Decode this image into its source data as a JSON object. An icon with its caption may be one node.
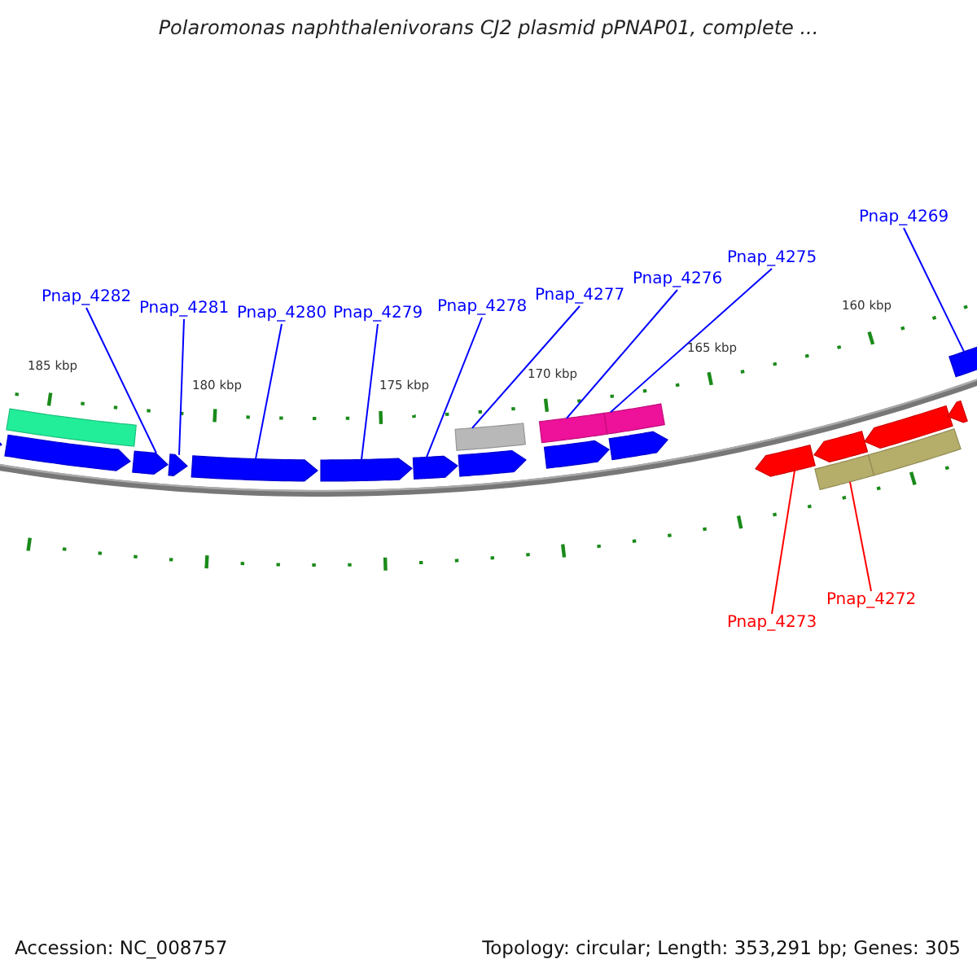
{
  "diagram": {
    "title": "Polaromonas naphthalenivorans CJ2 plasmid pPNAP01, complete ...",
    "nodes": [
      {
        "text": [
          "Pnap_4282"
        ]
      },
      {
        "text": [
          "Pnap_4281"
        ]
      },
      {
        "text": [
          "Pnap_4280"
        ]
      },
      {
        "text": [
          "Pnap_4279"
        ]
      },
      {
        "text": [
          "Pnap_4278"
        ]
      },
      {
        "text": [
          "Pnap_4277"
        ]
      },
      {
        "text": [
          "Pnap_4276"
        ]
      },
      {
        "text": [
          "Pnap_4275"
        ]
      },
      {
        "text": [
          "Pnap_4269"
        ]
      },
      {
        "text": [
          "Pnap_4273"
        ]
      },
      {
        "text": [
          "Pnap_4272"
        ]
      },
      {
        "text": [],
        "shape": "arrow"
      },
      {
        "text": [],
        "shape": "arrow"
      },
      {
        "text": [],
        "shape": "bar"
      },
      {
        "text": [],
        "shape": "arrow"
      },
      {
        "text": [],
        "shape": "arrow"
      },
      {
        "text": [],
        "shape": "arrow"
      },
      {
        "text": [],
        "shape": "arrow"
      },
      {
        "text": [],
        "shape": "arrow"
      },
      {
        "text": [],
        "shape": "bar"
      },
      {
        "text": [],
        "shape": "arrow"
      },
      {
        "text": [],
        "shape": "bar"
      },
      {
        "text": [],
        "shape": "arrow"
      },
      {
        "text": [],
        "shape": "bar"
      },
      {
        "text": [],
        "shape": "arrow"
      },
      {
        "text": [],
        "shape": "arrow"
      },
      {
        "text": [],
        "shape": "arrow"
      },
      {
        "text": [],
        "shape": "bar"
      },
      {
        "text": [],
        "shape": "arrow"
      },
      {
        "text": [],
        "shape": "bar"
      },
      {
        "text": [],
        "shape": "arrow"
      },
      {
        "text": [],
        "shape": "arrow"
      }
    ],
    "edges": [
      {
        "from": 0,
        "to": 14,
        "arrow": "none"
      },
      {
        "from": 1,
        "to": 15,
        "arrow": "none"
      },
      {
        "from": 2,
        "to": 16,
        "arrow": "none"
      },
      {
        "from": 3,
        "to": 17,
        "arrow": "none"
      },
      {
        "from": 4,
        "to": 18,
        "arrow": "none"
      },
      {
        "from": 5,
        "to": 19,
        "arrow": "none"
      },
      {
        "from": 6,
        "to": 21,
        "arrow": "none"
      },
      {
        "from": 7,
        "to": 23,
        "arrow": "none"
      },
      {
        "from": 8,
        "to": 31,
        "arrow": "none"
      },
      {
        "from": 9,
        "to": 25,
        "arrow": "none",
        "color": "#ff0000"
      },
      {
        "from": 10,
        "to": 27,
        "arrow": "none",
        "color": "#ff0000"
      }
    ],
    "labels": [
      "185 kbp",
      "180 kbp",
      "175 kbp",
      "170 kbp",
      "165 kbp",
      "160 kbp",
      "Accession: NC_008757",
      "Topology: circular; Length: 353,291 bp; Genes: 305"
    ]
  }
}
